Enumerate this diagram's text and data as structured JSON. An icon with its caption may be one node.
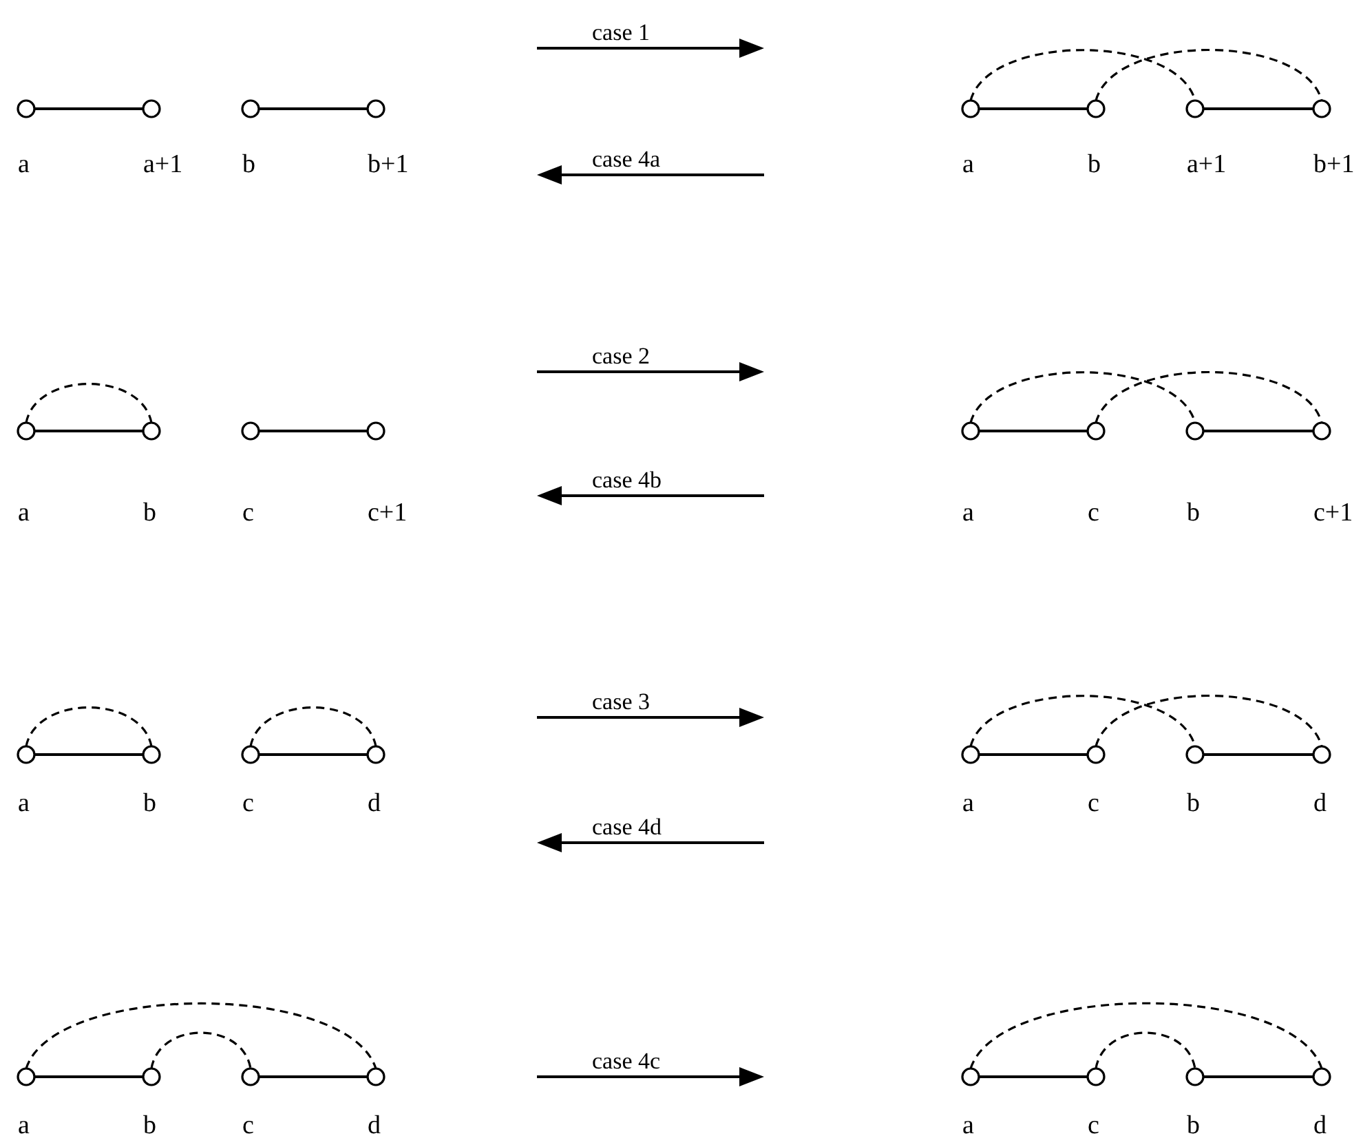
{
  "diagram": {
    "nodes": [
      {
        "text": [],
        "shape": "circle",
        "beside": [
          "a"
        ]
      },
      {
        "text": [],
        "shape": "circle",
        "beside": [
          "a+1"
        ]
      },
      {
        "text": [],
        "shape": "circle",
        "beside": [
          "b"
        ]
      },
      {
        "text": [],
        "shape": "circle",
        "beside": [
          "b+1"
        ]
      },
      {
        "text": [],
        "shape": "circle",
        "beside": [
          "a"
        ]
      },
      {
        "text": [],
        "shape": "circle",
        "beside": [
          "b"
        ]
      },
      {
        "text": [],
        "shape": "circle",
        "beside": [
          "a+1"
        ]
      },
      {
        "text": [],
        "shape": "circle",
        "beside": [
          "b+1"
        ]
      },
      {
        "text": [],
        "shape": "circle",
        "beside": [
          "a"
        ]
      },
      {
        "text": [],
        "shape": "circle",
        "beside": [
          "b"
        ]
      },
      {
        "text": [],
        "shape": "circle",
        "beside": [
          "c"
        ]
      },
      {
        "text": [],
        "shape": "circle",
        "beside": [
          "c+1"
        ]
      },
      {
        "text": [],
        "shape": "circle",
        "beside": [
          "a"
        ]
      },
      {
        "text": [],
        "shape": "circle",
        "beside": [
          "c"
        ]
      },
      {
        "text": [],
        "shape": "circle",
        "beside": [
          "b"
        ]
      },
      {
        "text": [],
        "shape": "circle",
        "beside": [
          "c+1"
        ]
      },
      {
        "text": [],
        "shape": "circle",
        "beside": [
          "a"
        ]
      },
      {
        "text": [],
        "shape": "circle",
        "beside": [
          "b"
        ]
      },
      {
        "text": [],
        "shape": "circle",
        "beside": [
          "c"
        ]
      },
      {
        "text": [],
        "shape": "circle",
        "beside": [
          "d"
        ]
      },
      {
        "text": [],
        "shape": "circle",
        "beside": [
          "a"
        ]
      },
      {
        "text": [],
        "shape": "circle",
        "beside": [
          "c"
        ]
      },
      {
        "text": [],
        "shape": "circle",
        "beside": [
          "b"
        ]
      },
      {
        "text": [],
        "shape": "circle",
        "beside": [
          "d"
        ]
      },
      {
        "text": [],
        "shape": "circle",
        "beside": [
          "a"
        ]
      },
      {
        "text": [],
        "shape": "circle",
        "beside": [
          "b"
        ]
      },
      {
        "text": [],
        "shape": "circle",
        "beside": [
          "c"
        ]
      },
      {
        "text": [],
        "shape": "circle",
        "beside": [
          "d"
        ]
      },
      {
        "text": [],
        "shape": "circle",
        "beside": [
          "a"
        ]
      },
      {
        "text": [],
        "shape": "circle",
        "beside": [
          "c"
        ]
      },
      {
        "text": [],
        "shape": "circle",
        "beside": [
          "b"
        ]
      },
      {
        "text": [],
        "shape": "circle",
        "beside": [
          "d"
        ]
      }
    ],
    "edges": [
      {
        "from": 0,
        "to": 1,
        "arrow": "none"
      },
      {
        "from": 2,
        "to": 3,
        "arrow": "none"
      },
      {
        "from": 4,
        "to": 5,
        "arrow": "none"
      },
      {
        "from": 6,
        "to": 7,
        "arrow": "none"
      },
      {
        "from": 4,
        "to": 6,
        "arrow": "none",
        "style": "dashed"
      },
      {
        "from": 5,
        "to": 7,
        "arrow": "none",
        "style": "dashed"
      },
      {
        "from": 8,
        "to": 9,
        "arrow": "none"
      },
      {
        "from": 8,
        "to": 9,
        "arrow": "none",
        "style": "dashed"
      },
      {
        "from": 10,
        "to": 11,
        "arrow": "none"
      },
      {
        "from": 12,
        "to": 13,
        "arrow": "none"
      },
      {
        "from": 14,
        "to": 15,
        "arrow": "none"
      },
      {
        "from": 12,
        "to": 14,
        "arrow": "none",
        "style": "dashed"
      },
      {
        "from": 13,
        "to": 15,
        "arrow": "none",
        "style": "dashed"
      },
      {
        "from": 16,
        "to": 17,
        "arrow": "none"
      },
      {
        "from": 16,
        "to": 17,
        "arrow": "none",
        "style": "dashed"
      },
      {
        "from": 18,
        "to": 19,
        "arrow": "none"
      },
      {
        "from": 18,
        "to": 19,
        "arrow": "none",
        "style": "dashed"
      },
      {
        "from": 20,
        "to": 21,
        "arrow": "none"
      },
      {
        "from": 22,
        "to": 23,
        "arrow": "none"
      },
      {
        "from": 20,
        "to": 22,
        "arrow": "none",
        "style": "dashed"
      },
      {
        "from": 21,
        "to": 23,
        "arrow": "none",
        "style": "dashed"
      },
      {
        "from": 24,
        "to": 25,
        "arrow": "none"
      },
      {
        "from": 26,
        "to": 27,
        "arrow": "none"
      },
      {
        "from": 24,
        "to": 27,
        "arrow": "none",
        "style": "dashed"
      },
      {
        "from": 25,
        "to": 26,
        "arrow": "none",
        "style": "dashed"
      },
      {
        "from": 28,
        "to": 29,
        "arrow": "none"
      },
      {
        "from": 30,
        "to": 31,
        "arrow": "none"
      },
      {
        "from": 28,
        "to": 31,
        "arrow": "none",
        "style": "dashed"
      },
      {
        "from": 29,
        "to": 30,
        "arrow": "none",
        "style": "dashed"
      }
    ],
    "labels": [
      "case 1",
      "case 4a",
      "case 2",
      "case 4b",
      "case 3",
      "case 4d",
      "case 4c"
    ]
  }
}
